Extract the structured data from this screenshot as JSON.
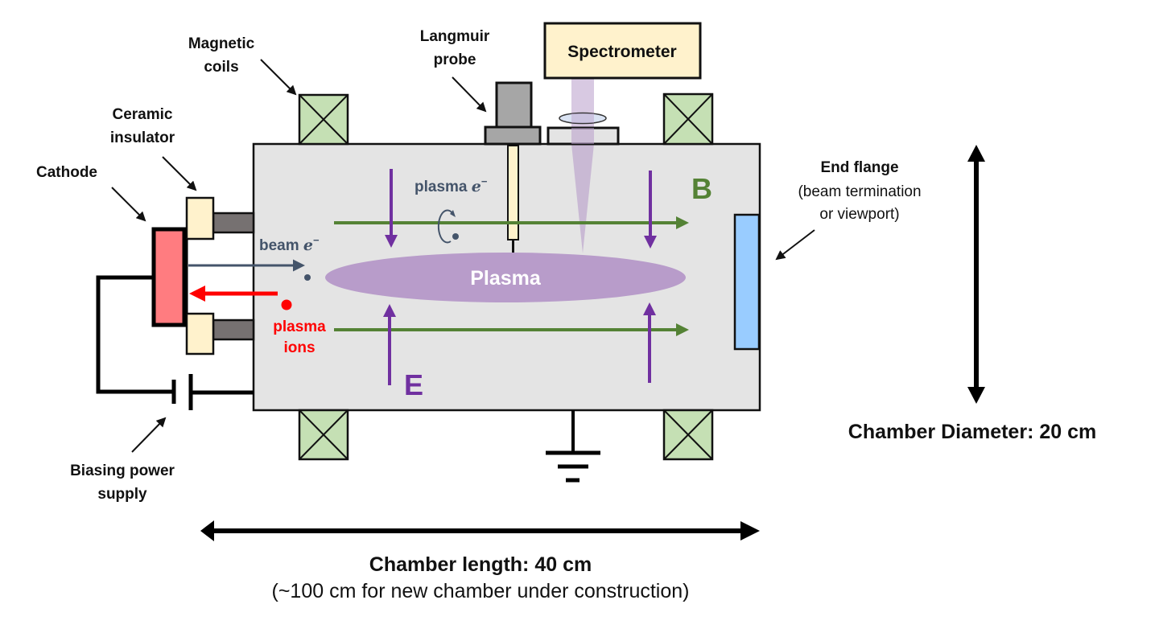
{
  "labels": {
    "magnetic_coils": [
      "Magnetic",
      "coils"
    ],
    "ceramic_insulator": [
      "Ceramic",
      "insulator"
    ],
    "cathode": "Cathode",
    "langmuir_probe": [
      "Langmuir",
      "probe"
    ],
    "spectrometer": "Spectrometer",
    "end_flange_title": "End flange",
    "end_flange_sub": [
      "(beam termination",
      "or viewport)"
    ],
    "biasing_power_supply": [
      "Biasing power",
      "supply"
    ],
    "beam_electron": "beam ",
    "plasma_electron": "plasma ",
    "electron_symbol": "e",
    "electron_sup": "−",
    "plasma_ions": [
      "plasma",
      "ions"
    ],
    "plasma": "Plasma",
    "b_field": "B",
    "e_field": "E",
    "chamber_length_title": "Chamber length: 40 cm",
    "chamber_length_sub": "(~100 cm for new chamber under construction)",
    "chamber_diameter": "Chamber Diameter: 20 cm"
  },
  "colors": {
    "chamber_fill": "#e4e4e4",
    "coil_fill": "#c5e0b4",
    "insulator_fill": "#fff2cc",
    "cathode_fill": "#ff7c80",
    "port_gray": "#767171",
    "probe_gray": "#a6a6a6",
    "flange_blue": "#99ccff",
    "plasma_purple": "#b89cca",
    "field_purple": "#7030a0",
    "b_field_green": "#548235",
    "electron_slate": "#44546a",
    "ion_red": "#ff0000",
    "spectrometer_fill": "#fff2cc"
  }
}
